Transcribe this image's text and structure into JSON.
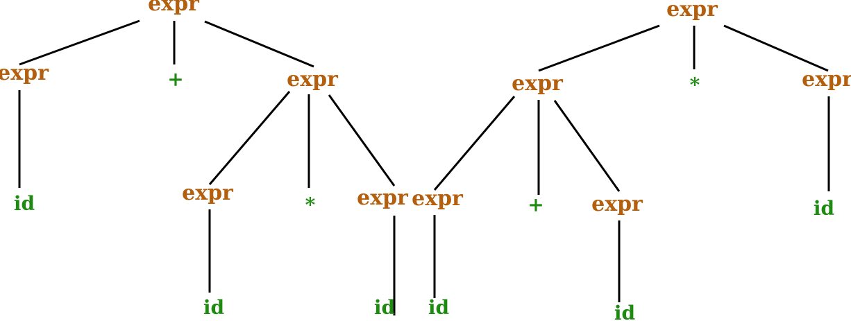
{
  "colors": {
    "nonterminal": "#b35f0e",
    "terminal": "#1f8a12",
    "edge": "#000000"
  },
  "tree_left": {
    "root": "expr",
    "children": [
      {
        "label": "expr",
        "kind": "nonterminal",
        "child": {
          "label": "id",
          "kind": "terminal"
        }
      },
      {
        "label": "+",
        "kind": "terminal"
      },
      {
        "label": "expr",
        "kind": "nonterminal",
        "children": [
          {
            "label": "expr",
            "kind": "nonterminal",
            "child": {
              "label": "id",
              "kind": "terminal"
            }
          },
          {
            "label": "*",
            "kind": "terminal"
          },
          {
            "label": "expr",
            "kind": "nonterminal",
            "child": {
              "label": "id",
              "kind": "terminal"
            }
          }
        ]
      }
    ]
  },
  "tree_right": {
    "root": "expr",
    "children": [
      {
        "label": "expr",
        "kind": "nonterminal",
        "children": [
          {
            "label": "expr",
            "kind": "nonterminal",
            "child": {
              "label": "id",
              "kind": "terminal"
            }
          },
          {
            "label": "+",
            "kind": "terminal"
          },
          {
            "label": "expr",
            "kind": "nonterminal",
            "child": {
              "label": "id",
              "kind": "terminal"
            }
          }
        ]
      },
      {
        "label": "*",
        "kind": "terminal"
      },
      {
        "label": "expr",
        "kind": "nonterminal",
        "child": {
          "label": "id",
          "kind": "terminal"
        }
      }
    ]
  }
}
